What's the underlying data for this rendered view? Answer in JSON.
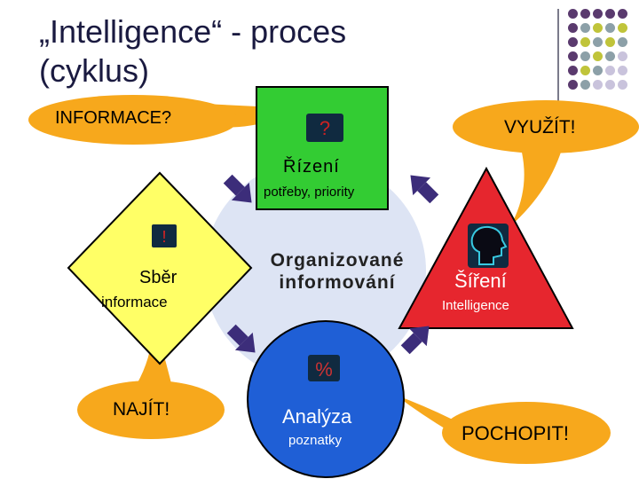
{
  "title": {
    "line1": "„Intelligence“ - proces",
    "line2": "(cyklus)"
  },
  "callouts": {
    "informace": "INFORMACE?",
    "vyuzit": "VYUŽÍT!",
    "najit": "NAJÍT!",
    "pochopit": "POCHOPIT!"
  },
  "nodes": {
    "rizeni": {
      "title": "Řízení",
      "subtitle": "potřeby, priority",
      "symbol": "?",
      "color": "#33cc33"
    },
    "sber": {
      "title": "Sběr",
      "subtitle": "informace",
      "symbol": "!",
      "color": "#ffff66"
    },
    "sireni": {
      "title": "Šíření",
      "subtitle": "Intelligence",
      "color": "#e6262e"
    },
    "analyza": {
      "title": "Analýza",
      "subtitle": "poznatky",
      "symbol": "%",
      "color": "#1f5fd6"
    }
  },
  "center": {
    "line1": "Organizované",
    "line2": "informování",
    "color": "#dde4f4"
  },
  "colors": {
    "arrow": "#3c2d7a",
    "callout": "#f7a81c",
    "dot_purple": "#5a3a6e",
    "dot_gray": "#8ca0a8",
    "dot_olive": "#c0c43a",
    "dot_lilac": "#c9c3dc"
  }
}
